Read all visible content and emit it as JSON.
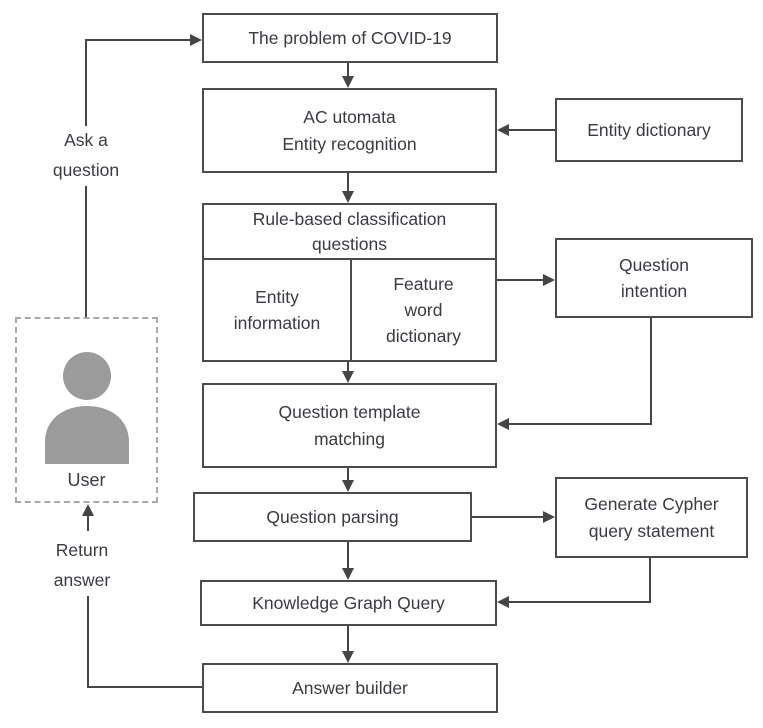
{
  "nodes": {
    "problem": "The problem of COVID-19",
    "ac_automata": "AC utomata\nEntity recognition",
    "entity_dictionary": "Entity dictionary",
    "rule_based_header": "Rule-based classification\nquestions",
    "entity_information": "Entity\ninformation",
    "feature_word_dictionary": "Feature\nword\ndictionary",
    "question_intention": "Question\nintention",
    "question_template_matching": "Question template\nmatching",
    "question_parsing": "Question parsing",
    "generate_cypher": "Generate Cypher\nquery statement",
    "knowledge_graph_query": "Knowledge Graph Query",
    "answer_builder": "Answer builder"
  },
  "actor": {
    "label": "User",
    "icon": "user-person-icon"
  },
  "edge_labels": {
    "ask_a_question": "Ask a\nquestion",
    "return_answer": "Return\nanswer"
  },
  "colors": {
    "line": "#454545",
    "box_border": "#4b4b4b",
    "text": "#3a3a41",
    "icon_gray": "#9b9b9b",
    "background": "#ffffff"
  }
}
